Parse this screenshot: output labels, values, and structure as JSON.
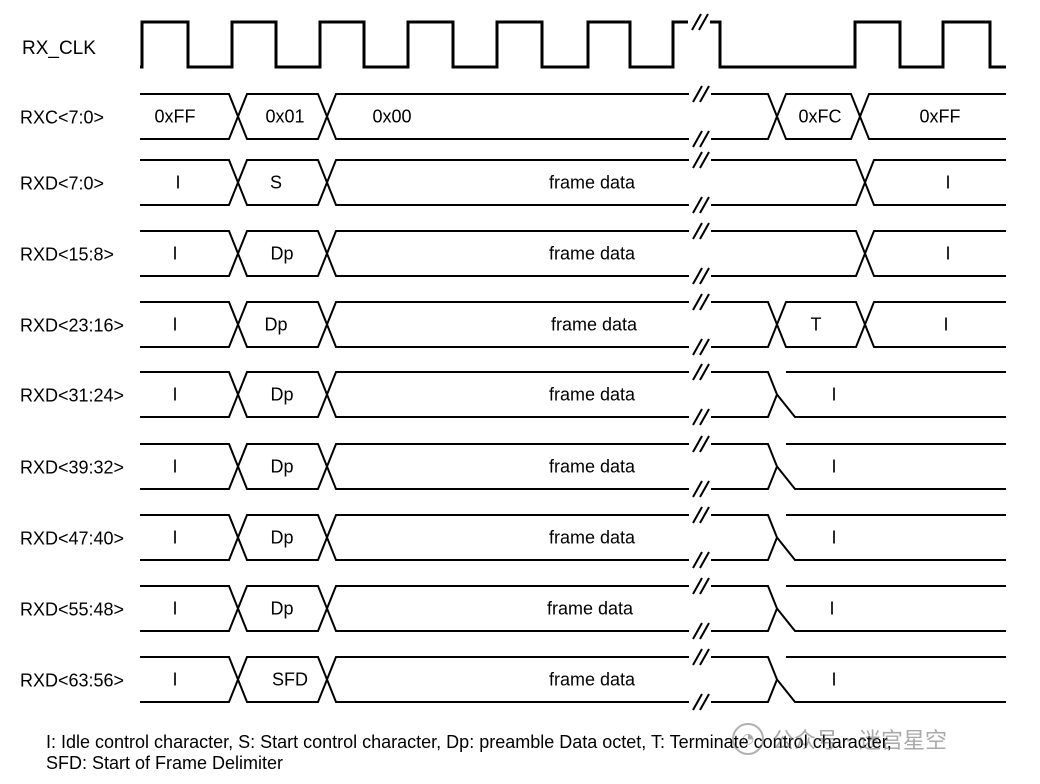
{
  "clock": {
    "label": "RX_CLK"
  },
  "signals": [
    {
      "label": "RXC<7:0>",
      "segments": [
        "0xFF",
        "0x01",
        "0x00",
        "0xFC",
        "0xFF"
      ]
    },
    {
      "label": "RXD<7:0>",
      "segments": [
        "I",
        "S",
        "frame data",
        "I"
      ]
    },
    {
      "label": "RXD<15:8>",
      "segments": [
        "I",
        "Dp",
        "frame data",
        "I"
      ]
    },
    {
      "label": "RXD<23:16>",
      "segments": [
        "I",
        "Dp",
        "frame data",
        "T",
        "I"
      ]
    },
    {
      "label": "RXD<31:24>",
      "segments": [
        "I",
        "Dp",
        "frame data",
        "I"
      ]
    },
    {
      "label": "RXD<39:32>",
      "segments": [
        "I",
        "Dp",
        "frame data",
        "I"
      ]
    },
    {
      "label": "RXD<47:40>",
      "segments": [
        "I",
        "Dp",
        "frame data",
        "I"
      ]
    },
    {
      "label": "RXD<55:48>",
      "segments": [
        "I",
        "Dp",
        "frame data",
        "I"
      ]
    },
    {
      "label": "RXD<63:56>",
      "segments": [
        "I",
        "SFD",
        "frame data",
        "I"
      ]
    }
  ],
  "footnote": {
    "line1": "I: Idle control character, S: Start control character, Dp: preamble Data octet, T: Terminate control character,",
    "line2": "SFD: Start of Frame Delimiter"
  },
  "watermark": {
    "text": "公众号 · 迷宫星空",
    "icon": "wechat-icon"
  }
}
